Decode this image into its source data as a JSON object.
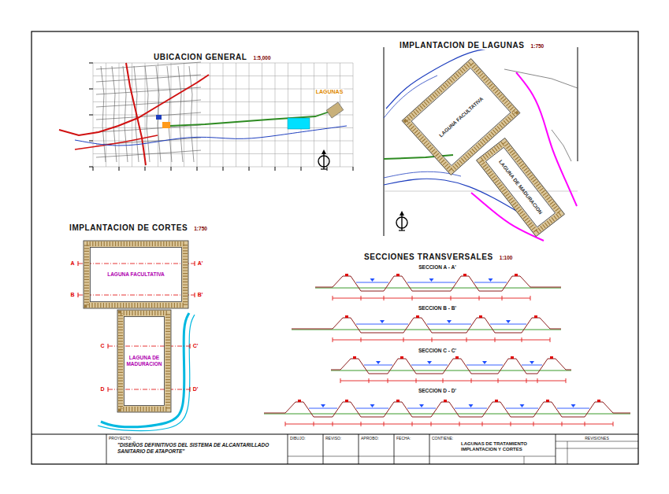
{
  "diagram": {
    "nodes": [
      {
        "text": [
          "UBICACION GENERAL",
          "1:5,000"
        ]
      },
      {
        "text": [
          "IMPLANTACION DE LAGUNAS",
          "1:750"
        ]
      },
      {
        "text": [
          "LAGUNA FACULTATIVA"
        ],
        "in": 1
      },
      {
        "text": [
          "LAGUNA DE MADURACION"
        ],
        "in": 1
      },
      {
        "text": [
          "IMPLANTACION DE CORTES",
          "1:750"
        ]
      },
      {
        "text": [
          "LAGUNA FACULTATIVA"
        ],
        "in": 4
      },
      {
        "text": [
          "LAGUNA DE MADURACION"
        ],
        "in": 4
      },
      {
        "text": [
          "SECCIONES TRANSVERSALES",
          "1:100"
        ]
      },
      {
        "text": [
          "PROYECTO:",
          "\"DISEÑOS DEFINITIVOS DEL SISTEMA DE ALCANTARILLADO SANITARIO DE ATAPORTE\""
        ]
      },
      {
        "text": [
          "DIBUJO:"
        ]
      },
      {
        "text": [
          "REVISO:"
        ]
      },
      {
        "text": [
          "APROBO:"
        ]
      },
      {
        "text": [
          "FECHA:"
        ]
      },
      {
        "text": [
          "CONTIENE:",
          "LAGUNAS DE TRATAMIENTO IMPLANTACION Y CORTES"
        ]
      },
      {
        "text": [
          "REVISIONES"
        ]
      }
    ],
    "labels": [
      "LAGUNAS",
      "SECCION A - A'",
      "SECCION B - B'",
      "SECCION C - C'",
      "SECCION D - D'",
      "A",
      "A'",
      "B",
      "B'",
      "C",
      "C'",
      "D",
      "D'"
    ]
  }
}
